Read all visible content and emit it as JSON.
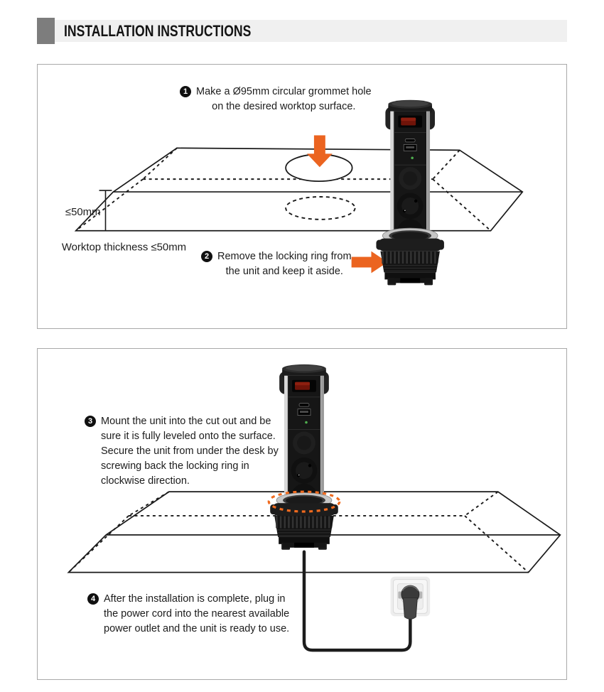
{
  "header": {
    "title": "INSTALLATION INSTRUCTIONS"
  },
  "panel1": {
    "step1": {
      "number": "1",
      "lines": [
        "Make a Ø95mm circular grommet hole",
        "on the desired worktop surface."
      ]
    },
    "step2": {
      "number": "2",
      "lines": [
        "Remove the locking ring from",
        "the unit and keep it aside."
      ]
    },
    "thickness_dim": "≤50mm",
    "thickness_note": "Worktop thickness ≤50mm"
  },
  "panel2": {
    "step3": {
      "number": "3",
      "lines": [
        "Mount the unit into the cut out and be",
        "sure it is fully leveled onto the surface.",
        "Secure the unit from under the desk by",
        "screwing back the locking ring in",
        "clockwise direction."
      ]
    },
    "step4": {
      "number": "4",
      "lines": [
        "After the installation is complete, plug in",
        "the power cord into the nearest available",
        "power outlet and the unit is ready to use."
      ]
    }
  },
  "colors": {
    "accent_orange": "#EB6420",
    "line_dark": "#1A1A1A",
    "header_bar_bg": "#F0F0F0",
    "header_square": "#7D7D7D",
    "panel_border": "#A9A9A9",
    "led_green": "#4FAE4F",
    "switch_red": "#8D1F10"
  },
  "icons": {
    "down_arrow": "down-arrow-icon",
    "right_arrow": "right-arrow-icon",
    "step_badges": [
      "1",
      "2",
      "3",
      "4"
    ]
  }
}
